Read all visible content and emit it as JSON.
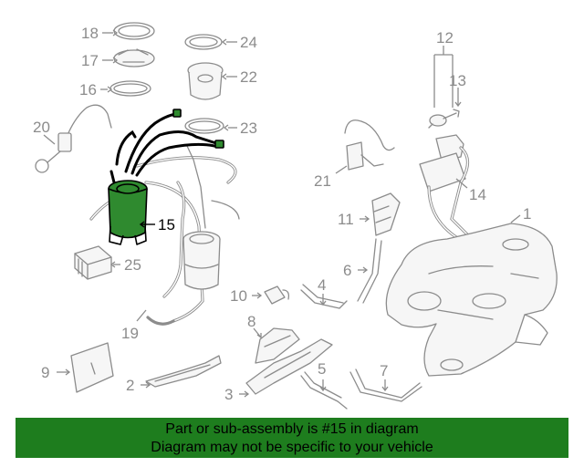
{
  "callouts": {
    "c1": "1",
    "c2": "2",
    "c3": "3",
    "c4": "4",
    "c5": "5",
    "c6": "6",
    "c7": "7",
    "c8": "8",
    "c9": "9",
    "c10": "10",
    "c11": "11",
    "c12": "12",
    "c13": "13",
    "c14": "14",
    "c15": "15",
    "c16": "16",
    "c17": "17",
    "c18": "18",
    "c19": "19",
    "c20": "20",
    "c21": "21",
    "c22": "22",
    "c23": "23",
    "c24": "24",
    "c25": "25"
  },
  "highlighted_part": "15",
  "colors": {
    "highlight": "#2f8a2f",
    "banner": "#1e7d1e",
    "line_art": "#8c8c8c"
  },
  "banner": {
    "line1": "Part or sub-assembly is #15 in diagram",
    "line2": "Diagram may not be specific to your vehicle"
  }
}
